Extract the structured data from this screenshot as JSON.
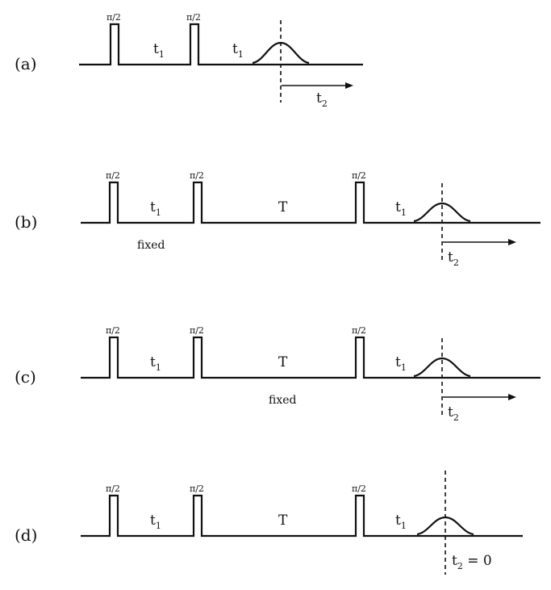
{
  "pulse_label": "π/2",
  "panels": [
    {
      "id": "a",
      "label": "(a)",
      "t1_label": "t",
      "t1_sub": "1",
      "t2_label": "t",
      "t2_sub": "2",
      "t2_suffix": "",
      "pulses": 2,
      "T_label": null,
      "fixed_label": null,
      "fixed_under": null,
      "arrow": true
    },
    {
      "id": "b",
      "label": "(b)",
      "t1_label": "t",
      "t1_sub": "1",
      "T_label": "T",
      "fixed_label": "fixed",
      "fixed_under": "t1",
      "t2_label": "t",
      "t2_sub": "2",
      "t2_suffix": "",
      "pulses": 3,
      "arrow": true
    },
    {
      "id": "c",
      "label": "(c)",
      "t1_label": "t",
      "t1_sub": "1",
      "T_label": "T",
      "fixed_label": "fixed",
      "fixed_under": "T",
      "t2_label": "t",
      "t2_sub": "2",
      "t2_suffix": "",
      "pulses": 3,
      "arrow": true
    },
    {
      "id": "d",
      "label": "(d)",
      "t1_label": "t",
      "t1_sub": "1",
      "T_label": "T",
      "fixed_label": null,
      "fixed_under": null,
      "t2_label": "t",
      "t2_sub": "2",
      "t2_suffix": " = 0",
      "pulses": 3,
      "arrow": false
    }
  ]
}
